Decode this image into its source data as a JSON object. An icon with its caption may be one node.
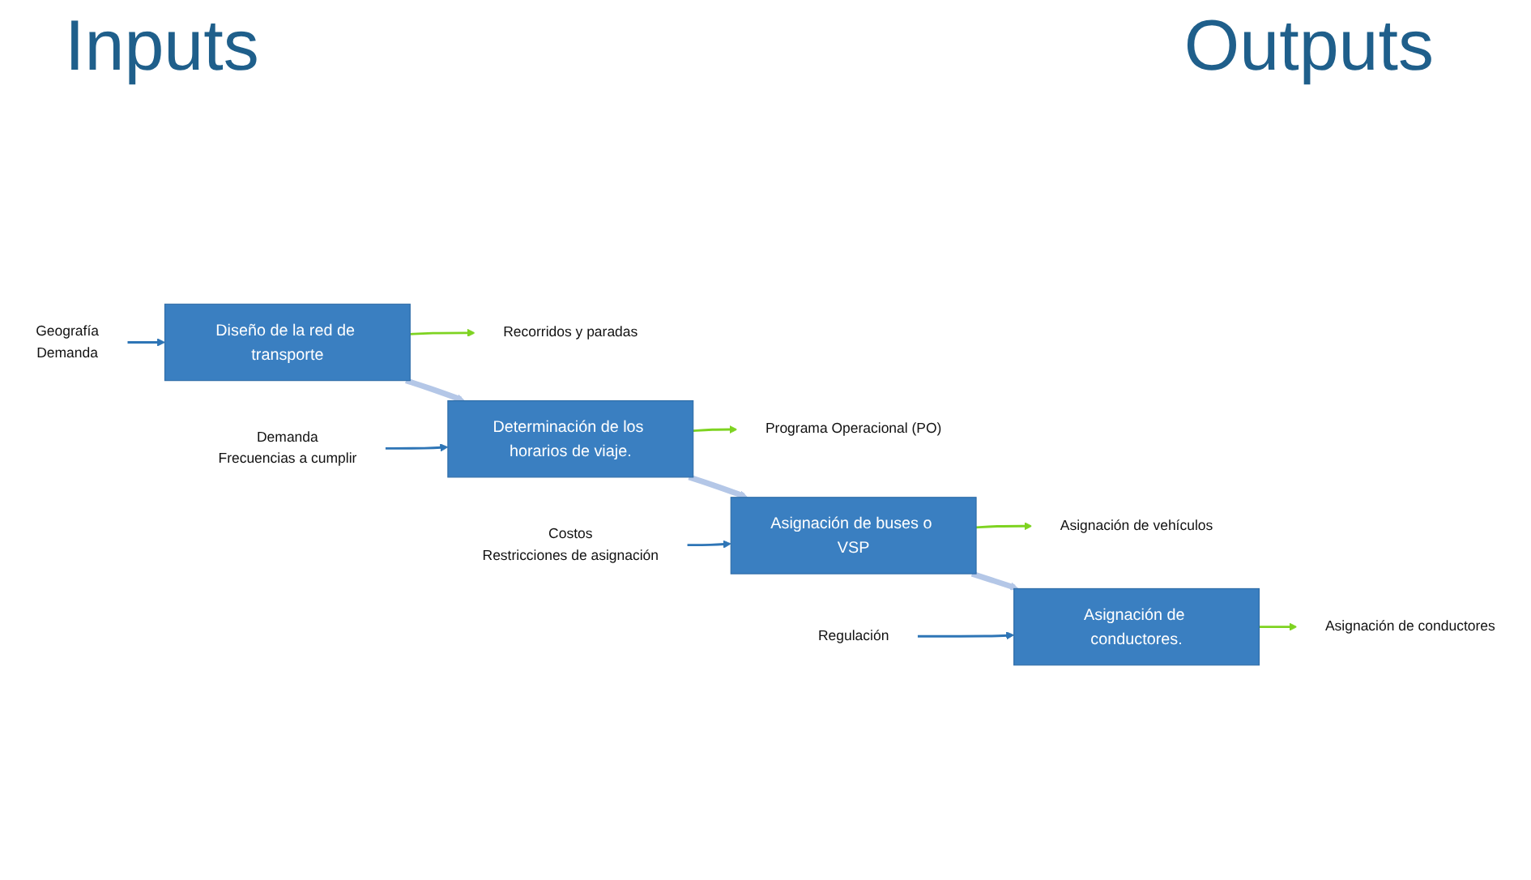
{
  "diagram": {
    "nodes": [
      {
        "text": [
          "Geografía",
          "Demanda"
        ]
      },
      {
        "text": [
          "Diseño de la red de transporte"
        ]
      },
      {
        "text": [
          "Recorridos y paradas"
        ]
      },
      {
        "text": [
          "Demanda",
          "Frecuencias a cumplir"
        ]
      },
      {
        "text": [
          "Determinación de los horarios de viaje."
        ]
      },
      {
        "text": [
          "Programa Operacional (PO)"
        ]
      },
      {
        "text": [
          "Costos",
          "Restricciones de asignación"
        ]
      },
      {
        "text": [
          "Asignación de buses o VSP"
        ]
      },
      {
        "text": [
          "Asignación de vehículos"
        ]
      },
      {
        "text": [
          "Regulación"
        ]
      },
      {
        "text": [
          "Asignación de conductores."
        ]
      },
      {
        "text": [
          "Asignación de conductores"
        ]
      }
    ],
    "edges": [
      {
        "from": 0,
        "to": 1,
        "arrow": "to",
        "color": "#2e75b6"
      },
      {
        "from": 1,
        "to": 2,
        "arrow": "to",
        "color": "#7ed321"
      },
      {
        "from": 1,
        "to": 4,
        "arrow": "to",
        "style": "thick",
        "color": "#b4c7e7"
      },
      {
        "from": 3,
        "to": 4,
        "arrow": "to",
        "color": "#2e75b6"
      },
      {
        "from": 4,
        "to": 5,
        "arrow": "to",
        "color": "#7ed321"
      },
      {
        "from": 4,
        "to": 7,
        "arrow": "to",
        "style": "thick",
        "color": "#b4c7e7"
      },
      {
        "from": 6,
        "to": 7,
        "arrow": "to",
        "color": "#2e75b6"
      },
      {
        "from": 7,
        "to": 8,
        "arrow": "to",
        "color": "#7ed321"
      },
      {
        "from": 7,
        "to": 10,
        "arrow": "to",
        "style": "thick",
        "color": "#b4c7e7"
      },
      {
        "from": 9,
        "to": 10,
        "arrow": "to",
        "color": "#2e75b6"
      },
      {
        "from": 10,
        "to": 11,
        "arrow": "to",
        "color": "#7ed321"
      }
    ],
    "labels": [
      "Inputs",
      "Outputs"
    ]
  }
}
